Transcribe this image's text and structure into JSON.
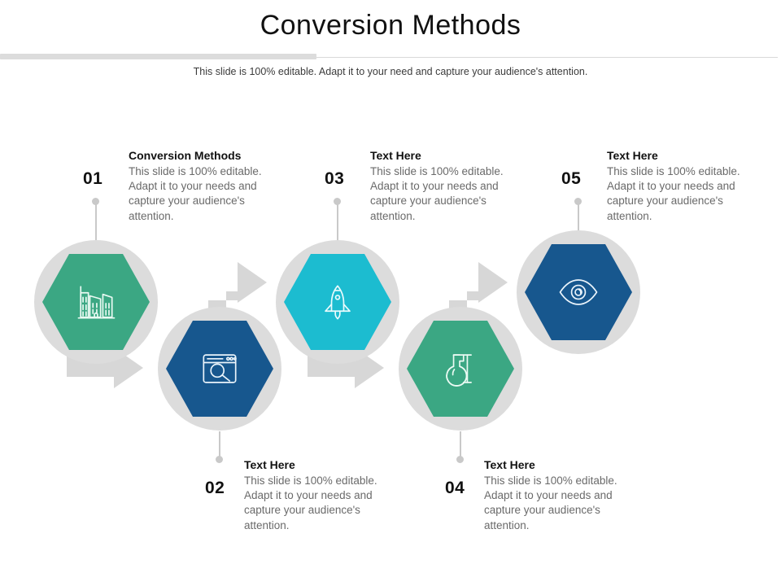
{
  "slide": {
    "title": "Conversion Methods",
    "subtitle": "This slide is 100% editable. Adapt it to your need and capture your audience's attention."
  },
  "theme": {
    "green": "#3BA783",
    "blue": "#17578E",
    "cyan": "#1CBCD0",
    "ring_gray": "#DCDCDC",
    "arrow_gray": "#D7D7D7",
    "stem_gray": "#C9C9C9",
    "body_text": "#6A6A6A",
    "heading_text": "#111111"
  },
  "steps": [
    {
      "number": "01",
      "title": "Conversion Methods",
      "body": "This slide is 100% editable. Adapt it to your needs and capture your audience's attention.",
      "icon": "buildings-icon",
      "color": "#3BA783",
      "position": "top"
    },
    {
      "number": "02",
      "title": "Text Here",
      "body": "This slide is 100% editable. Adapt it to your needs and capture your audience's attention.",
      "icon": "browser-search-icon",
      "color": "#17578E",
      "position": "bottom"
    },
    {
      "number": "03",
      "title": "Text Here",
      "body": "This slide is 100% editable. Adapt it to your needs and capture your audience's attention.",
      "icon": "rocket-icon",
      "color": "#1CBCD0",
      "position": "top"
    },
    {
      "number": "04",
      "title": "Text Here",
      "body": "This slide is 100% editable. Adapt it to your needs and capture your audience's attention.",
      "icon": "lab-flask-icon",
      "color": "#3BA783",
      "position": "bottom"
    },
    {
      "number": "05",
      "title": "Text Here",
      "body": "This slide is 100% editable. Adapt it to your needs and capture your audience's attention.",
      "icon": "eye-icon",
      "color": "#17578E",
      "position": "top"
    }
  ]
}
